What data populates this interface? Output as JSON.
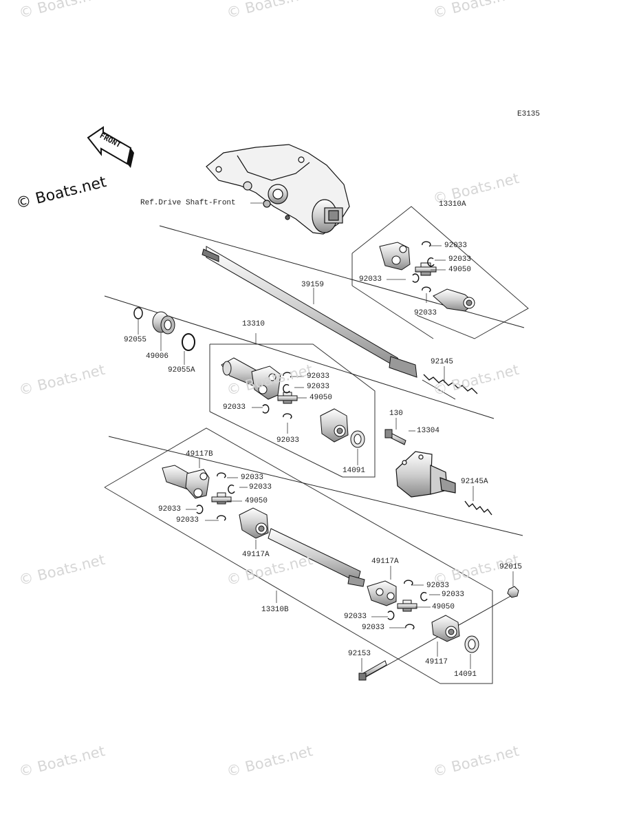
{
  "diagram": {
    "code": "E3135",
    "front_marker": "FRONT",
    "reference_label": "Ref.Drive Shaft-Front"
  },
  "watermark": {
    "text": "© Boats.net"
  },
  "callouts": {
    "a13310A": "13310A",
    "a92033_1": "92033",
    "a92033_2": "92033",
    "a49050_1": "49050",
    "a92033_3": "92033",
    "a92033_4": "92033",
    "a39159": "39159",
    "a92055": "92055",
    "a49006": "49006",
    "a92055A": "92055A",
    "a13310": "13310",
    "a92033_5": "92033",
    "a92033_6": "92033",
    "a49050_2": "49050",
    "a92033_7": "92033",
    "a92033_8": "92033",
    "a92145": "92145",
    "a130": "130",
    "a13304": "13304",
    "a14091_1": "14091",
    "a49117B": "49117B",
    "a92033_9": "92033",
    "a92033_10": "92033",
    "a49050_3": "49050",
    "a92033_11": "92033",
    "a92033_12": "92033",
    "a49117A_1": "49117A",
    "a92145A": "92145A",
    "a49117A_2": "49117A",
    "a92033_13": "92033",
    "a92033_14": "92033",
    "a49050_4": "49050",
    "a92033_15": "92033",
    "a92033_16": "92033",
    "a92015": "92015",
    "a13310B": "13310B",
    "a92153": "92153",
    "a49117": "49117",
    "a14091_2": "14091"
  }
}
